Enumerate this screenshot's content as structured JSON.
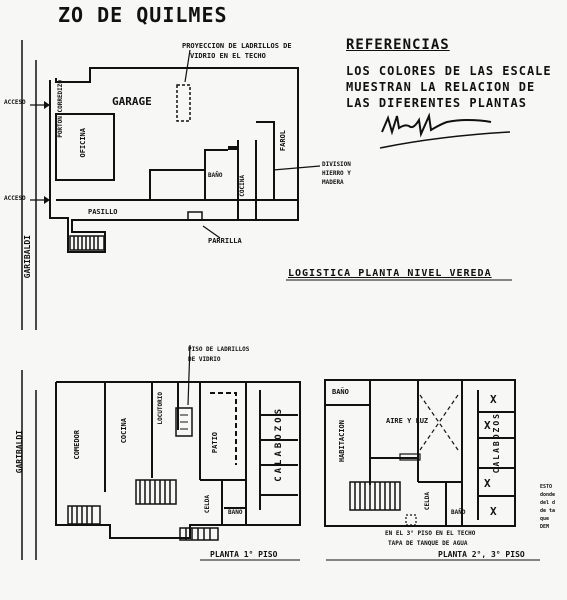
{
  "header": {
    "title": "ZO DE QUILMES"
  },
  "references": {
    "title": "REFERENCIAS",
    "lines": [
      "LOS COLORES DE LAS ESCALE",
      "MUESTRAN LA RELACION DE",
      "LAS DIFERENTES PLANTAS"
    ]
  },
  "ground_floor": {
    "note_glass": "PROYECCION DE LADRILLOS DE",
    "note_glass2": "VIDRIO EN EL TECHO",
    "garage": "GARAGE",
    "porton": "PORTON CORREDIZO",
    "oficina": "OFICINA",
    "bano": "BAÑO",
    "cocina": "COCINA",
    "farol": "FAROL",
    "division": [
      "DIVISION",
      "HIERRO Y",
      "MADERA"
    ],
    "pasillo": "PASILLO",
    "parrilla": "PARRILLA",
    "acceso1": "ACCESO",
    "acceso2": "ACCESO",
    "street": "GARIBALDI",
    "caption": "LOGISTICA PLANTA NIVEL VEREDA"
  },
  "first_floor": {
    "note": "PISO DE LADRILLOS",
    "note2": "DE VIDRIO",
    "comedor": "COMEDOR",
    "cocina": "COCINA",
    "locutorio": "LOCUTORIO",
    "patio": "PATIO",
    "calabozos": "CALABOZOS",
    "celda": "CELDA",
    "bano": "BAÑO",
    "street": "GARIBALDI",
    "caption": "PLANTA 1° PISO"
  },
  "second_floor": {
    "bano": "BAÑO",
    "aire": "AIRE Y LUZ",
    "habitacion": "HABITACION",
    "calabozos": "CALABOZOS",
    "celda": "CELDA",
    "bano2": "BAÑO",
    "note": "EN EL 3° PISO EN EL TECHO",
    "note2": "TAPA DE TANQUE DE AGUA",
    "caption": "PLANTA 2°, 3° PISO",
    "side_note": [
      "ESTO",
      "donde",
      "del d",
      "de ta",
      "que",
      "DEM"
    ]
  }
}
